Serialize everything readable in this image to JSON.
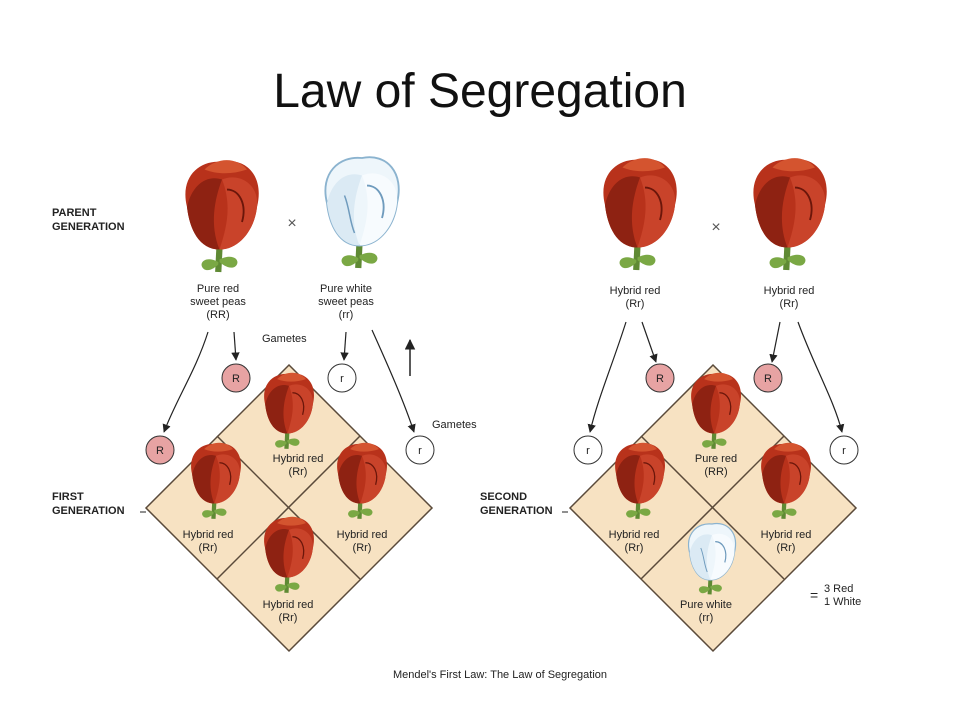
{
  "slide": {
    "title": "Law of Segregation"
  },
  "left": {
    "parent_generation_line1": "PARENT",
    "parent_generation_line2": "GENERATION",
    "cross_symbol": "×",
    "parent1": {
      "line1": "Pure red",
      "line2": "sweet peas",
      "line3": "(RR)",
      "color": "red"
    },
    "parent2": {
      "line1": "Pure white",
      "line2": "sweet peas",
      "line3": "(rr)",
      "color": "white"
    },
    "gametes_top": "Gametes",
    "gametes_side": "Gametes",
    "gamete_top_left": "R",
    "gamete_top_right": "r",
    "gamete_left": "R",
    "gamete_right": "r",
    "first_generation_line1": "FIRST",
    "first_generation_line2": "GENERATION",
    "cells": {
      "top": {
        "line1": "Hybrid red",
        "line2": "(Rr)"
      },
      "left": {
        "line1": "Hybrid red",
        "line2": "(Rr)"
      },
      "right": {
        "line1": "Hybrid red",
        "line2": "(Rr)"
      },
      "bottom": {
        "line1": "Hybrid red",
        "line2": "(Rr)"
      }
    }
  },
  "right": {
    "cross_symbol": "×",
    "parent1": {
      "line1": "Hybrid red",
      "line2": "(Rr)"
    },
    "parent2": {
      "line1": "Hybrid red",
      "line2": "(Rr)"
    },
    "gamete_top_left": "R",
    "gamete_top_right": "R",
    "gamete_left": "r",
    "gamete_right": "r",
    "second_generation_line1": "SECOND",
    "second_generation_line2": "GENERATION",
    "cells": {
      "top": {
        "line1": "Pure red",
        "line2": "(RR)"
      },
      "left": {
        "line1": "Hybrid red",
        "line2": "(Rr)"
      },
      "right": {
        "line1": "Hybrid red",
        "line2": "(Rr)"
      },
      "bottom": {
        "line1": "Pure white",
        "line2": "(rr)"
      }
    },
    "ratio_equals": "=",
    "ratio_line1": "3 Red",
    "ratio_line2": "1 White"
  },
  "caption": "Mendel's First Law: The Law of Segregation",
  "colors": {
    "punnett_fill": "#f7e2c2",
    "punnett_stroke": "#5a4a3a",
    "flower_red": "#b8321b",
    "flower_dark": "#7a1a0e",
    "flower_white": "#eef6fb",
    "gamete_R_fill": "#e7a3a3",
    "stem_green": "#6a9a3a"
  }
}
